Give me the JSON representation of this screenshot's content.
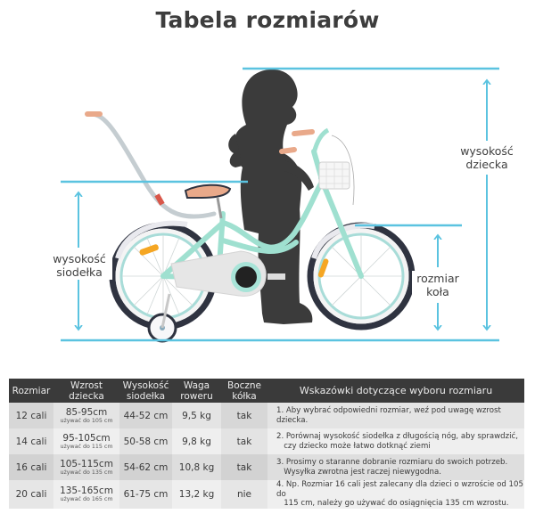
{
  "title": "Tabela rozmiarów",
  "colors": {
    "measure_line": "#5bc3e0",
    "silhouette": "#3b3b3b",
    "bike_frame": "#9fe0d0",
    "table_header_bg": "#3a3a3a",
    "title_text": "#3d3d3d"
  },
  "diagram": {
    "labels": {
      "child_height": [
        "wysokość",
        "dziecka"
      ],
      "seat_height": [
        "wysokość",
        "siodełka"
      ],
      "wheel_size": [
        "rozmiar",
        "koła"
      ]
    },
    "icons": [
      "child-silhouette-icon",
      "bicycle-icon",
      "measure-arrow-icon"
    ]
  },
  "table": {
    "headers": {
      "size": [
        "Rozmiar"
      ],
      "child_height": [
        "Wzrost",
        "dziecka"
      ],
      "seat_height": [
        "Wysokość",
        "siodełka"
      ],
      "weight": [
        "Waga",
        "roweru"
      ],
      "training_wheels": [
        "Boczne",
        "kółka"
      ],
      "tips": [
        "Wskazówki dotyczące wyboru rozmiaru"
      ]
    },
    "rows": [
      {
        "size": "12 cali",
        "height": "85-95cm",
        "use_until": "używać do 105 cm",
        "seat": "44-52 cm",
        "weight": "9,5 kg",
        "training_wheels": "tak",
        "tip": [
          "1. Aby wybrać odpowiedni rozmiar, weź pod uwagę wzrost dziecka."
        ]
      },
      {
        "size": "14 cali",
        "height": "95-105cm",
        "use_until": "używać do 115 cm",
        "seat": "50-58 cm",
        "weight": "9,8 kg",
        "training_wheels": "tak",
        "tip": [
          "2. Porównaj wysokość siodełka z długością nóg, aby sprawdzić,",
          "czy dziecko może łatwo dotknąć ziemi"
        ]
      },
      {
        "size": "16 cali",
        "height": "105-115cm",
        "use_until": "używać do 135 cm",
        "seat": "54-62 cm",
        "weight": "10,8 kg",
        "training_wheels": "tak",
        "tip": [
          "3. Prosimy o staranne dobranie rozmiaru do swoich potrzeb.",
          "Wysyłka zwrotna jest raczej niewygodna."
        ]
      },
      {
        "size": "20 cali",
        "height": "135-165cm",
        "use_until": "używać do 165 cm",
        "seat": "61-75 cm",
        "weight": "13,2 kg",
        "training_wheels": "nie",
        "tip": [
          "4. Np. Rozmiar 16 cali jest zalecany dla dzieci o wzroście od 105 do",
          "115 cm, należy go używać do osiągnięcia 135 cm wzrostu."
        ]
      }
    ]
  }
}
